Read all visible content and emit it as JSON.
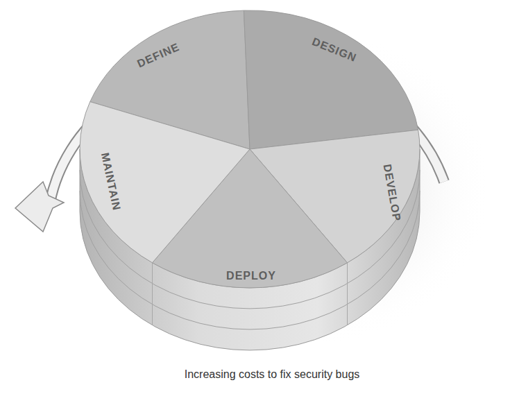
{
  "diagram": {
    "nodes": [
      {
        "text": [
          "DEFINE"
        ]
      },
      {
        "text": [
          "DESIGN"
        ]
      },
      {
        "text": [
          "MAINTAIN"
        ]
      },
      {
        "text": [
          "DEVELOP"
        ]
      },
      {
        "text": [
          "DEPLOY"
        ]
      }
    ],
    "labels": [
      "Increasing costs to fix security bugs"
    ]
  }
}
